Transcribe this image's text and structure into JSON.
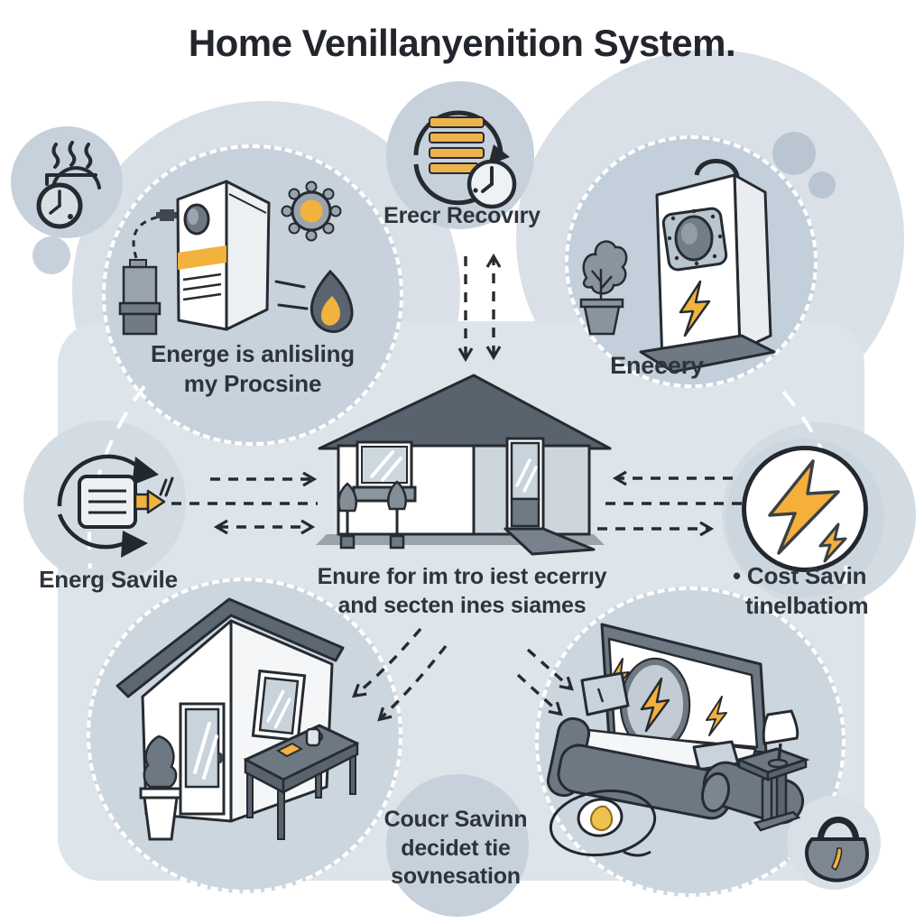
{
  "title": "Home Venillanyenition System.",
  "sections": {
    "heat_recovery_unit": {
      "caption_line1": "Energe is anlisling",
      "caption_line2": "my Procsine"
    },
    "energy_recovery": {
      "caption": "Erecr Recovıry"
    },
    "energy_appliance": {
      "caption": "Eneeery"
    },
    "energy_saving": {
      "caption": "Energ Savile"
    },
    "cost_saving": {
      "caption_line1": "• Cost Savin",
      "caption_line2": "tinelbatiom"
    },
    "house_note": {
      "caption_line1": "Enure for im tro iest ecerrıy",
      "caption_line2": "and secten ines siames"
    },
    "comfort_note": {
      "caption_line1": "Coucr Savinn",
      "caption_line2": "decidet tie",
      "caption_line3": "sovnesation"
    }
  },
  "icons": {
    "heat_clock": "heat-clock-icon",
    "ventilation_unit": "ventilation-unit-illustration",
    "gas_canister": "gas-canister-icon",
    "gear": "gear-icon",
    "flame_drop": "flame-drop-icon",
    "recovery_loop_clock": "recovery-loop-clock-icon",
    "air_purifier": "air-purifier-illustration",
    "potted_plant": "potted-plant-icon",
    "house_front": "house-front-illustration",
    "recirculation_device": "recirculation-device-icon",
    "lightning_bolt": "lightning-bolt-icon",
    "cottage_and_table": "cottage-and-table-illustration",
    "sofa_and_mirror": "sofa-and-mirror-illustration",
    "eye_doodle": "eye-doodle-icon",
    "padlock": "padlock-icon",
    "dashed_arrow": "dashed-arrow"
  },
  "colors": {
    "accent_orange": "#F2B23E",
    "ink": "#262B31",
    "panel_blue": "#DEE5EA",
    "bubble_blue": "#C6D1DC",
    "soft_blue": "#D9E0E7",
    "dark_gray": "#5D6771",
    "mid_gray": "#6E7882",
    "glass_blue": "#C9D3DB",
    "white": "#FFFFFF"
  }
}
